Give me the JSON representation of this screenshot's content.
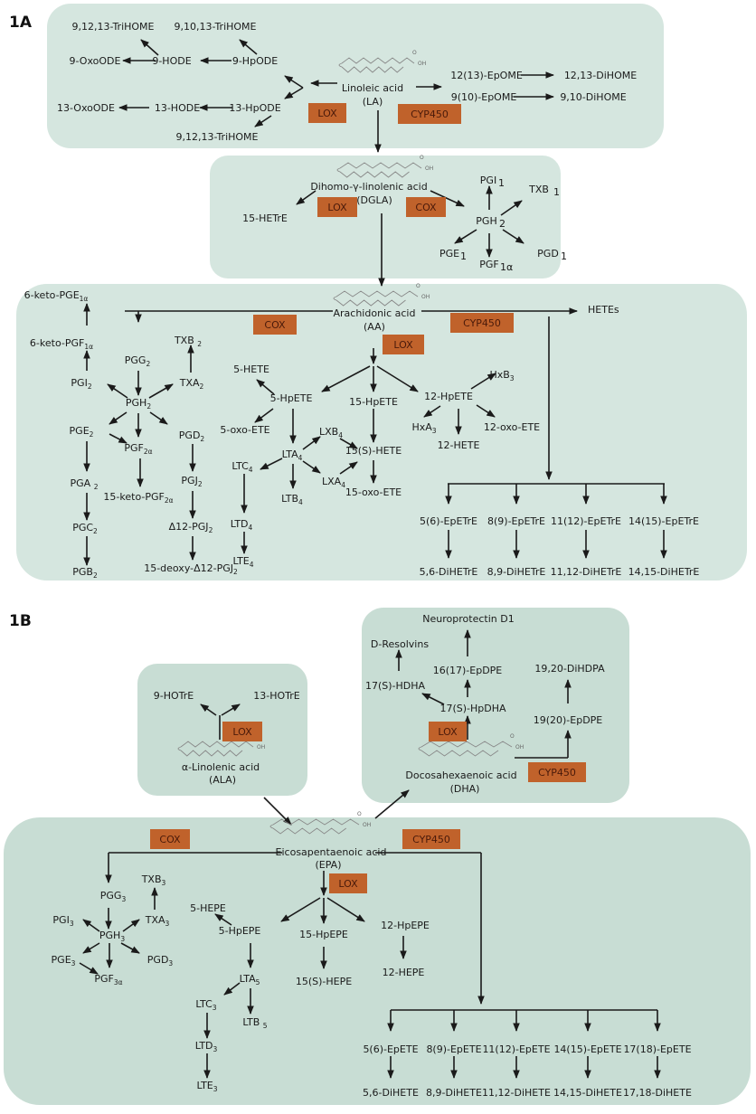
{
  "panels": {
    "a": "1A",
    "b": "1B"
  },
  "enzymes": {
    "lox": "LOX",
    "cox": "COX",
    "cyp450": "CYP450"
  },
  "la": {
    "name": "Linoleic acid",
    "abbr": "(LA)",
    "lox_products": {
      "hpode9": "9-HpODE",
      "hode9": "9-HODE",
      "oxoode9": "9-OxoODE",
      "trihome_9_12_13_a": "9,12,13-TriHOME",
      "trihome_9_10_13": "9,10,13-TriHOME",
      "hpode13": "13-HpODE",
      "hode13": "13-HODE",
      "oxoode13": "13-OxoODE",
      "trihome_9_12_13_b": "9,12,13-TriHOME"
    },
    "cyp_products": {
      "epome12": "12(13)-EpOME",
      "dihome12": "12,13-DiHOME",
      "epome9": "9(10)-EpOME",
      "dihome9": "9,10-DiHOME"
    }
  },
  "dgla": {
    "name": "Dihomo-γ-linolenic acid",
    "abbr": "(DGLA)",
    "hetre": "15-HETrE",
    "pgh": "PGH",
    "pgh_sub": "2",
    "pgi": "PGI",
    "pgi_sub": "1",
    "txb": "TXB ",
    "txb_sub": "1",
    "pge": "PGE",
    "pge_sub": "1",
    "pgf": "PGF",
    "pgf_sub": "1α",
    "pgd": "PGD",
    "pgd_sub": "1"
  },
  "aa": {
    "name": "Arachidonic acid",
    "abbr": "(AA)",
    "hetes": "HETEs",
    "cox_branch": {
      "keto_pge": [
        "6-keto-PGE",
        "1α"
      ],
      "keto_pgf": [
        "6-keto-PGF",
        "1α"
      ],
      "pgi2": [
        "PGI",
        "2"
      ],
      "pgg2": [
        "PGG",
        "2"
      ],
      "pgh2": [
        "PGH",
        "2"
      ],
      "txb2": [
        "TXB ",
        "2"
      ],
      "txa2": [
        "TXA",
        "2"
      ],
      "pge2": [
        "PGE",
        "2"
      ],
      "pgf2a": [
        "PGF",
        "2α"
      ],
      "pgd2": [
        "PGD",
        "2"
      ],
      "pga2": [
        "PGA ",
        "2"
      ],
      "keto_pgf2a": [
        "15-keto-PGF",
        "2α"
      ],
      "pgj2": [
        "PGJ",
        "2"
      ],
      "pgc2": [
        "PGC",
        "2"
      ],
      "d12pgj2": [
        "Δ12-PGJ",
        "2"
      ],
      "pgb2": [
        "PGB",
        "2"
      ],
      "deoxy": [
        "15-deoxy-Δ12-PGJ",
        "2"
      ]
    },
    "lox_branch": {
      "hete5": "5-HETE",
      "hpete5": "5-HpETE",
      "oxoete5": "5-oxo-ETE",
      "hpete15": "15-HpETE",
      "hpete12": "12-HpETE",
      "hxb3": [
        "HxB",
        "3"
      ],
      "hxa3": [
        "HxA",
        "3"
      ],
      "hete12": "12-HETE",
      "oxoete12": "12-oxo-ETE",
      "lta4": [
        "LTA",
        "4"
      ],
      "lxb4": [
        "LXB",
        "4"
      ],
      "lxa4": [
        "LXA",
        "4"
      ],
      "ltc4": [
        "LTC",
        "4"
      ],
      "ltb4": [
        "LTB",
        "4"
      ],
      "ltd4": [
        "LTD",
        "4"
      ],
      "lte4": [
        "LTE",
        "4"
      ],
      "hete15s": "15(S)-HETE",
      "oxoete15": "15-oxo-ETE"
    },
    "cyp_branch": {
      "epoxides": [
        "5(6)-EpETrE",
        "8(9)-EpETrE",
        "11(12)-EpETrE",
        "14(15)-EpETrE"
      ],
      "diols": [
        "5,6-DiHETrE",
        "8,9-DiHETrE",
        "11,12-DiHETrE",
        "14,15-DiHETrE"
      ]
    }
  },
  "ala": {
    "name": "α-Linolenic acid",
    "abbr": "(ALA)",
    "hotre9": "9-HOTrE",
    "hotre13": "13-HOTrE"
  },
  "dha": {
    "name": "Docosahexaenoic acid",
    "abbr": "(DHA)",
    "npd1": "Neuroprotectin D1",
    "resolvins": "D-Resolvins",
    "epdpe16": "16(17)-EpDPE",
    "hdha17": "17(S)-HDHA",
    "hpdha17": "17(S)-HpDHA",
    "dihdpa": "19,20-DiHDPA",
    "epdpe19": "19(20)-EpDPE"
  },
  "epa": {
    "name": "Eicosapentaenoic acid",
    "abbr": "(EPA)",
    "cox_branch": {
      "txb3": [
        "TXB",
        "3"
      ],
      "pgg3": [
        "PGG",
        "3"
      ],
      "pgi3": [
        "PGI",
        "3"
      ],
      "txa3": [
        "TXA",
        "3"
      ],
      "pgh3": [
        "PGH",
        "3"
      ],
      "pge3": [
        "PGE",
        "3"
      ],
      "pgd3": [
        "PGD",
        "3"
      ],
      "pgf3a": [
        "PGF",
        "3α"
      ]
    },
    "lox_branch": {
      "hepe5": "5-HEPE",
      "hpepe5": "5-HpEPE",
      "hpepe15": "15-HpEPE",
      "hpepe12": "12-HpEPE",
      "hepe12": "12-HEPE",
      "hepe15s": "15(S)-HEPE",
      "lta5": [
        "LTA",
        "5"
      ],
      "ltc3": [
        "LTC",
        "3"
      ],
      "ltb5": [
        "LTB ",
        "5"
      ],
      "ltd3": [
        "LTD",
        "3"
      ],
      "lte3": [
        "LTE",
        "3"
      ]
    },
    "cyp_branch": {
      "epoxides": [
        "5(6)-EpETE",
        "8(9)-EpETE",
        "11(12)-EpETE",
        "14(15)-EpETE",
        "17(18)-EpETE"
      ],
      "diols": [
        "5,6-DiHETE",
        "8,9-DiHETE",
        "11,12-DiHETE",
        "14,15-DiHETE",
        "17,18-DiHETE"
      ]
    }
  },
  "colors": {
    "box_fill": "#d5e6df",
    "box_fill_b": "#c8ddd4",
    "enzyme_fill": "#c0622b",
    "enzyme_text": "#4a1a0a",
    "arrow": "#1a1a1a"
  }
}
